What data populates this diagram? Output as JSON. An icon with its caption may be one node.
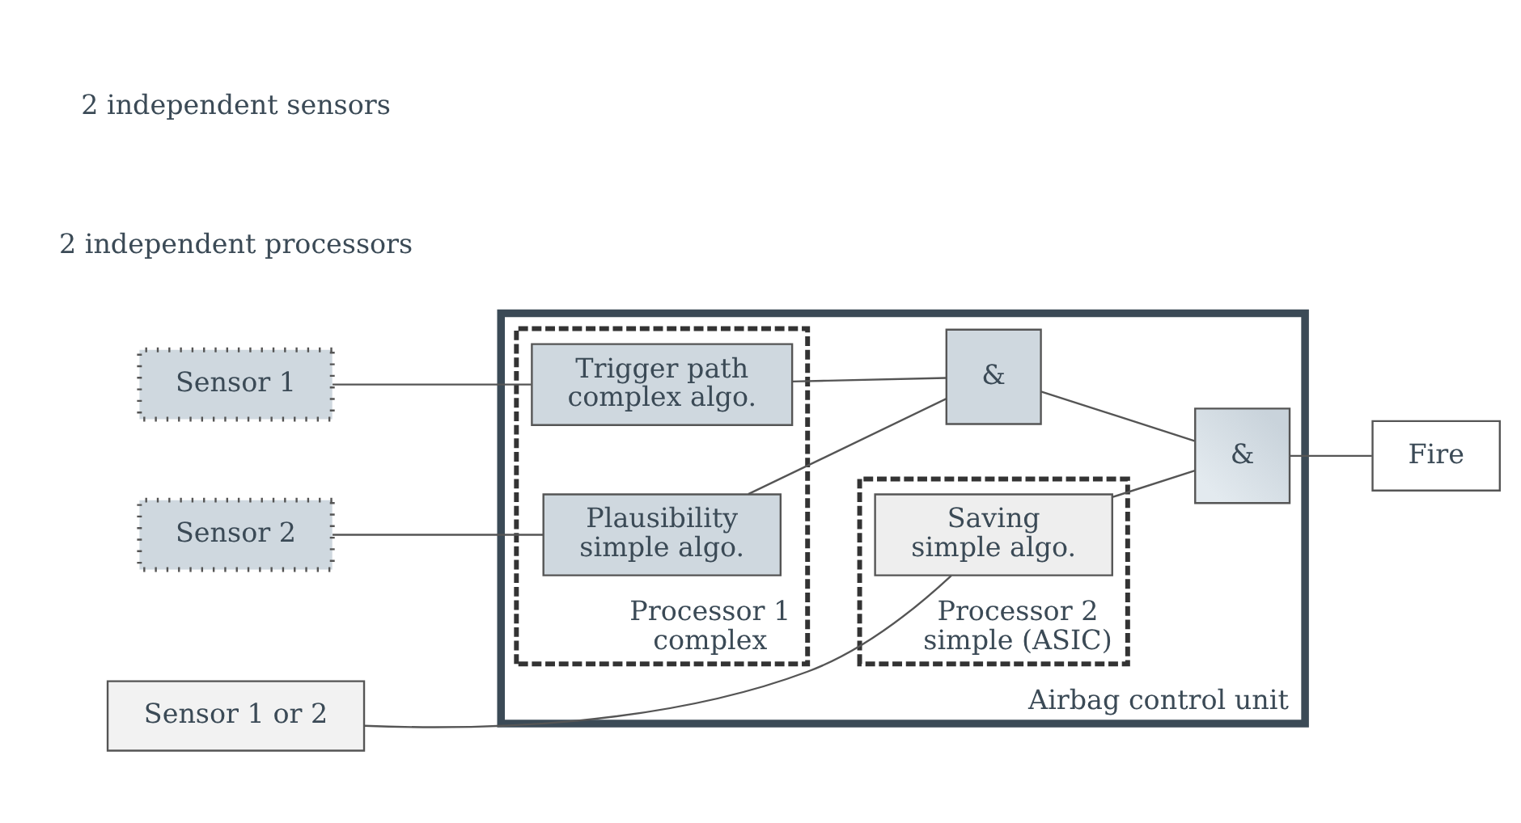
{
  "diagram": {
    "nodes": [
      {
        "text": [
          "Sensor 1"
        ]
      },
      {
        "text": [
          "Sensor 2"
        ]
      },
      {
        "text": [
          "Sensor 1 or 2"
        ]
      },
      {
        "text": [
          "Airbag control unit"
        ]
      },
      {
        "text": [
          "Processor 1",
          "complex"
        ],
        "in": 3
      },
      {
        "text": [
          "Trigger path",
          "complex algo."
        ],
        "in": 4
      },
      {
        "text": [
          "Plausibility",
          "simple algo."
        ],
        "in": 4
      },
      {
        "text": [
          "Processor 2",
          "simple (ASIC)"
        ],
        "in": 3
      },
      {
        "text": [
          "Saving",
          "simple algo."
        ],
        "in": 7
      },
      {
        "text": [
          "&"
        ],
        "in": 3
      },
      {
        "text": [
          "&"
        ],
        "in": 3
      },
      {
        "text": [
          "Fire"
        ]
      }
    ],
    "edges": [
      {
        "from": 0,
        "to": 5,
        "arrow": "none"
      },
      {
        "from": 1,
        "to": 6,
        "arrow": "none"
      },
      {
        "from": 2,
        "to": 8,
        "arrow": "none"
      },
      {
        "from": 5,
        "to": 9,
        "arrow": "none"
      },
      {
        "from": 6,
        "to": 9,
        "arrow": "none"
      },
      {
        "from": 9,
        "to": 10,
        "arrow": "none"
      },
      {
        "from": 8,
        "to": 10,
        "arrow": "none"
      },
      {
        "from": 10,
        "to": 11,
        "arrow": "none"
      }
    ],
    "legend": [
      {
        "text": "2 independent sensors"
      },
      {
        "text": "2 independent processors"
      }
    ]
  }
}
